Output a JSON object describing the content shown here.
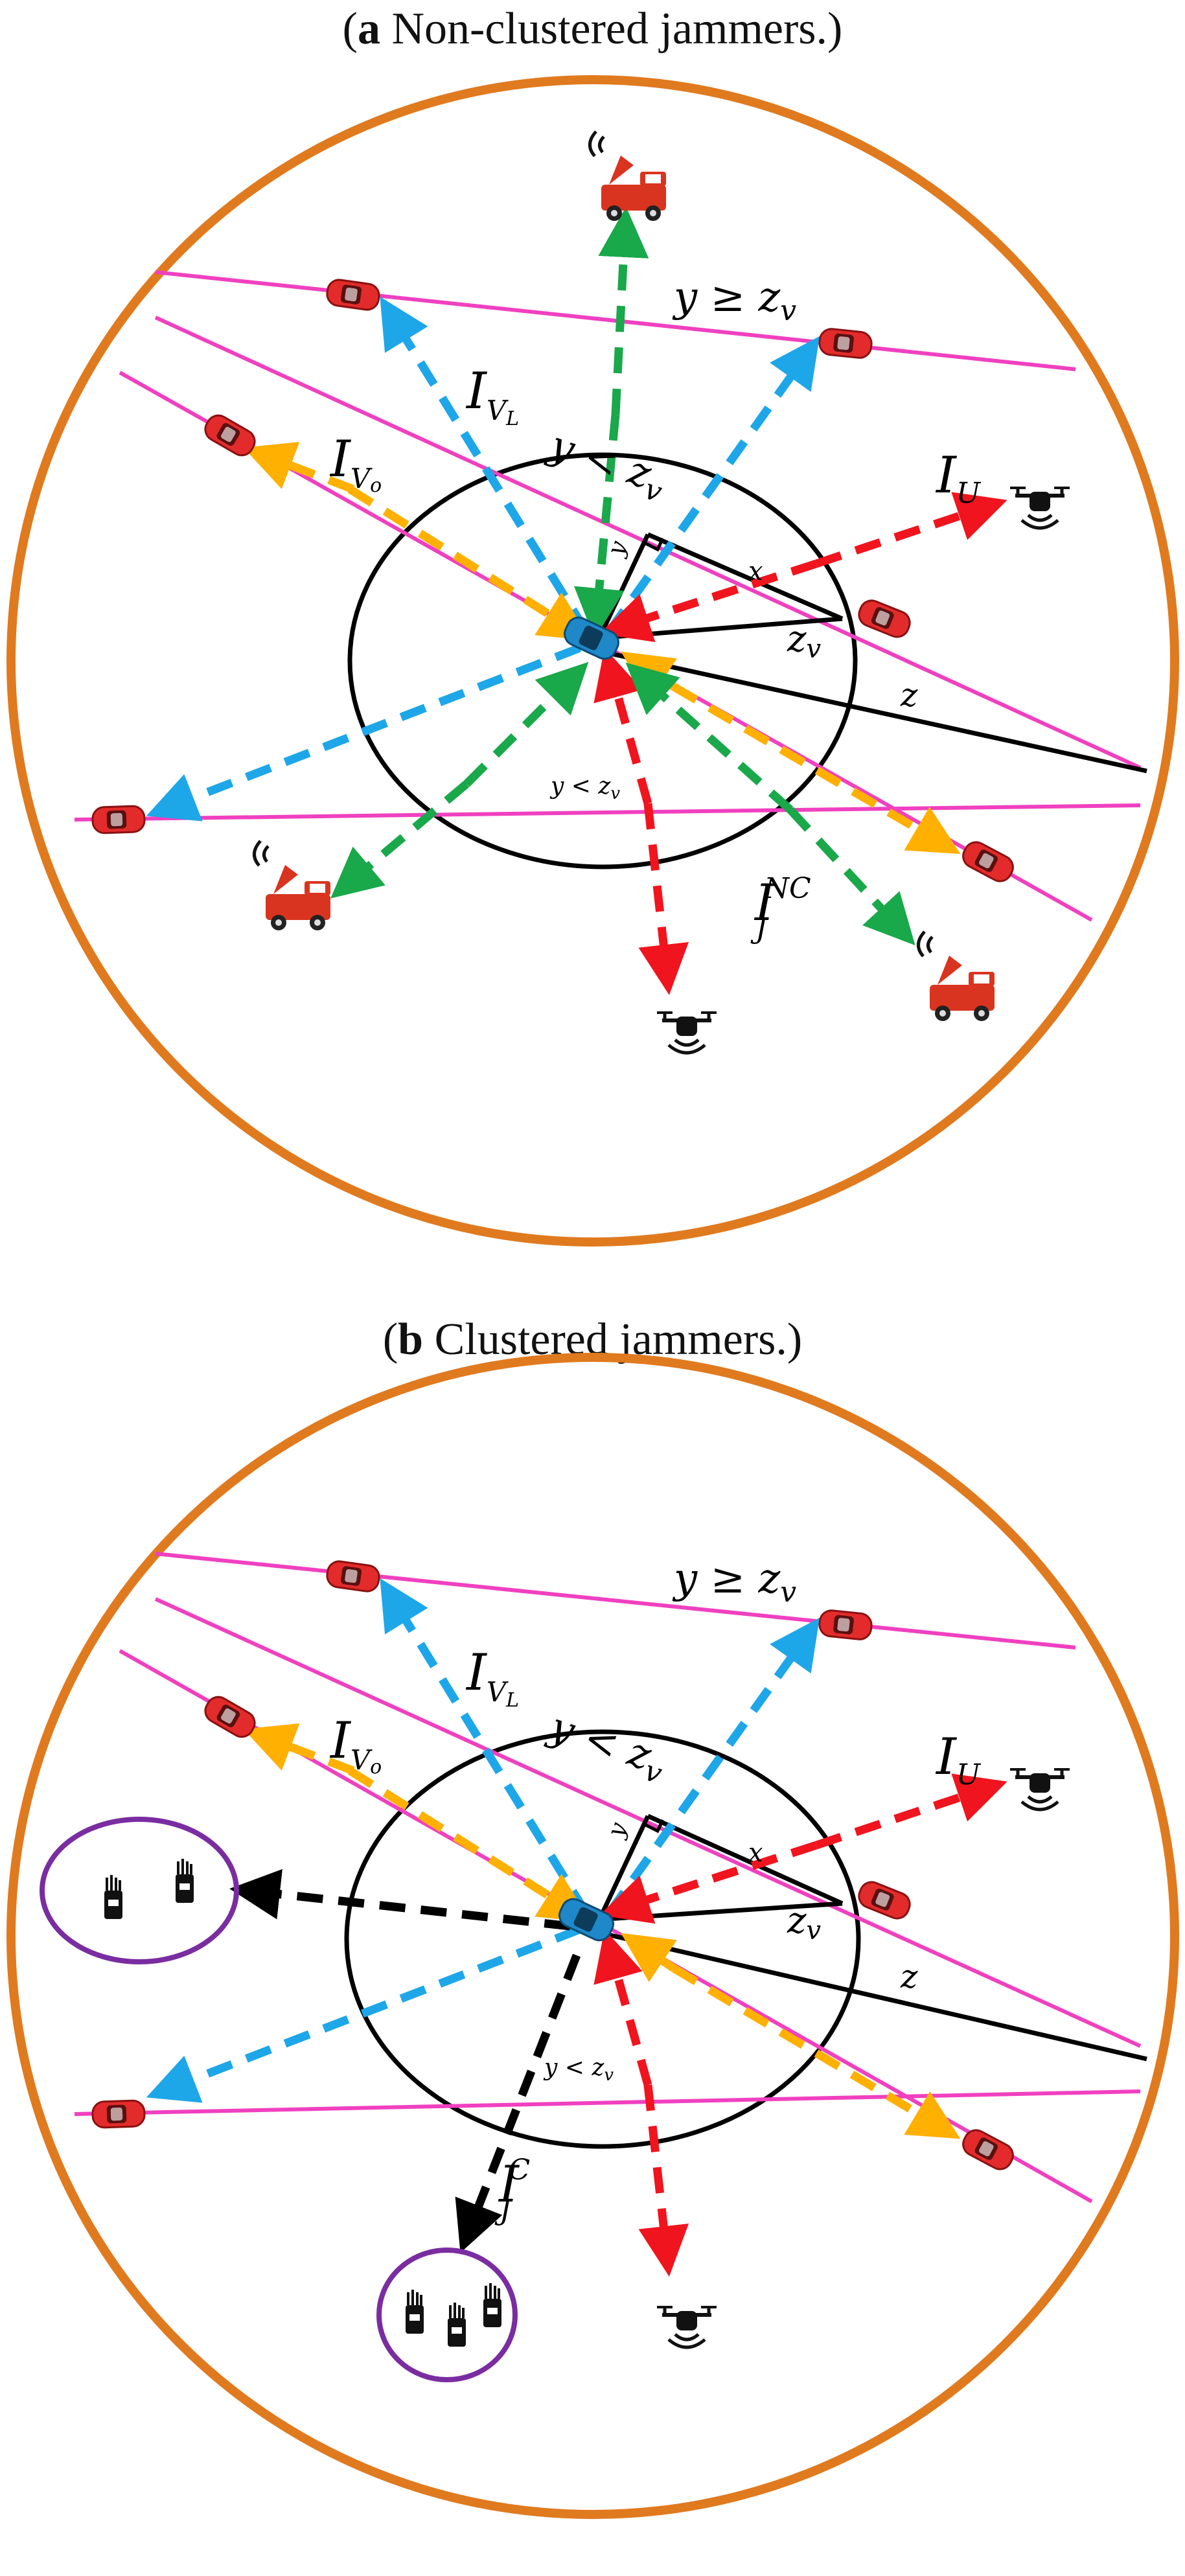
{
  "figures": {
    "a": {
      "caption_letter": "a",
      "caption_text": " Non-clustered jammers."
    },
    "b": {
      "caption_letter": "b",
      "caption_text": " Clustered jammers."
    }
  },
  "labels": {
    "y_ge_zv": "y ≥ z",
    "y_lt_zv_big": "y < z",
    "y_lt_zv_small": "y < z",
    "sub_v": "v",
    "x": "x",
    "y": "y",
    "z": "z",
    "zv": "z",
    "I": "I",
    "sub_VL_V": "V",
    "sub_VL_L": "L",
    "sub_Vo_V": "V",
    "sub_Vo_o": "o",
    "sub_U": "U",
    "sub_J": "J",
    "sup_NC": "NC",
    "sup_C": "C"
  },
  "colors": {
    "outer_circle": "#E07A1F",
    "road": "#F040C0",
    "vl_arrow": "#1EA7E8",
    "vo_arrow": "#FFB000",
    "u_arrow": "#F0141E",
    "jammer_arrow": "#19A84A",
    "cluster_arrow": "#000000",
    "cluster_circle": "#7A2DA0",
    "car": "#E32B2B"
  },
  "icons": [
    "car-icon",
    "typical-vehicle-icon",
    "uav-icon",
    "jammer-truck-icon",
    "jammer-device-icon"
  ]
}
